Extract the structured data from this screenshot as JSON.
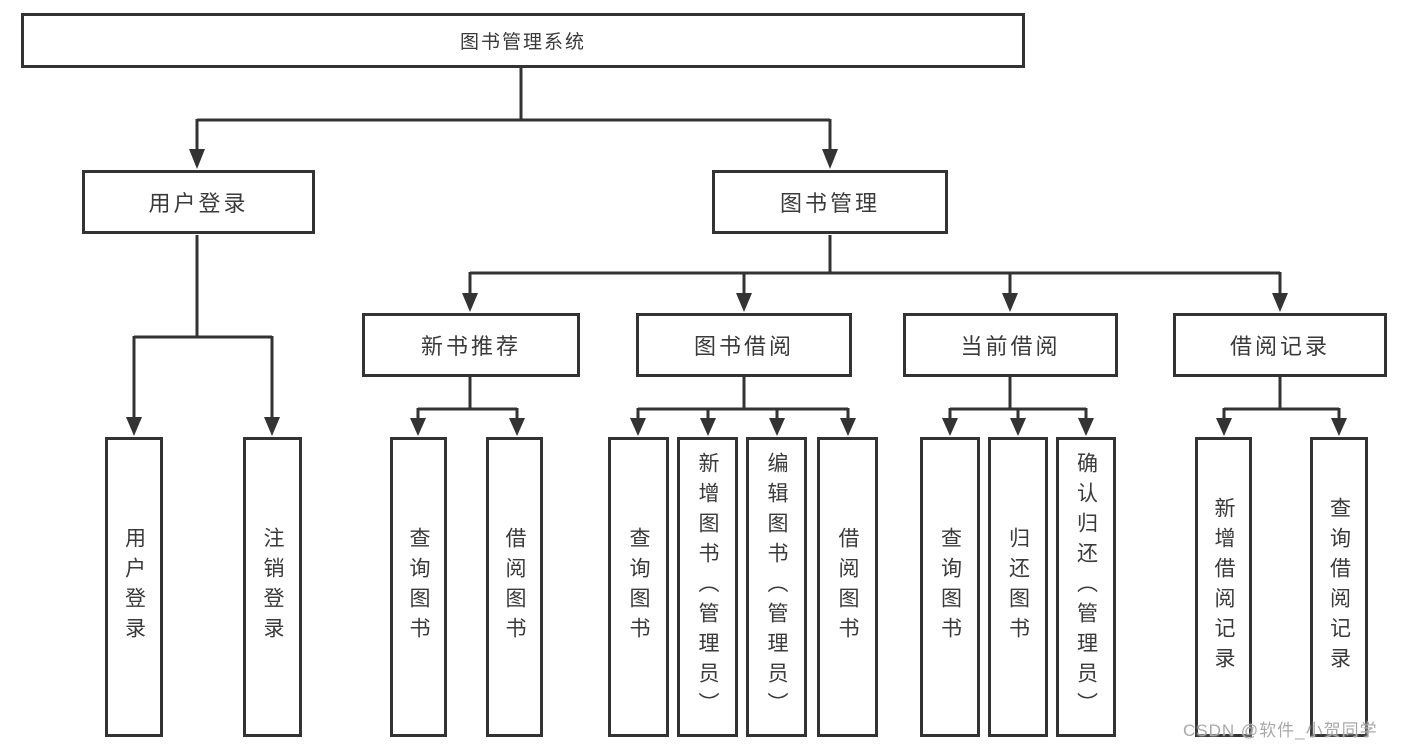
{
  "diagram": {
    "root": {
      "label": "图书管理系统"
    },
    "level2": [
      {
        "label": "用户登录"
      },
      {
        "label": "图书管理"
      }
    ],
    "level3": [
      {
        "label": "新书推荐"
      },
      {
        "label": "图书借阅"
      },
      {
        "label": "当前借阅"
      },
      {
        "label": "借阅记录"
      }
    ],
    "leaves": [
      {
        "label": "用户登录"
      },
      {
        "label": "注销登录"
      },
      {
        "label": "查询图书"
      },
      {
        "label": "借阅图书"
      },
      {
        "label": "查询图书"
      },
      {
        "label": "新增图书（管理员）"
      },
      {
        "label": "编辑图书（管理员）"
      },
      {
        "label": "借阅图书"
      },
      {
        "label": "查询图书"
      },
      {
        "label": "归还图书"
      },
      {
        "label": "确认归还（管理员）"
      },
      {
        "label": "新增借阅记录"
      },
      {
        "label": "查询借阅记录"
      }
    ]
  },
  "watermark": {
    "text": "CSDN @软件_小贺同学"
  },
  "colors": {
    "line": "#333333",
    "box_border": "#333333",
    "text": "#3a3a3a",
    "watermark": "#a9a9a9",
    "background": "#ffffff"
  }
}
